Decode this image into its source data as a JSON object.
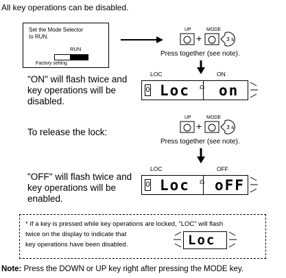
{
  "header": {
    "intro": "All key operations can be disabled."
  },
  "step1": {
    "instruction_line1": "Set the Mode Selector",
    "instruction_line2": "to RUN.",
    "switch_label": "RUN",
    "factory_label": "Factory setting"
  },
  "keys": {
    "up_label": "UP",
    "mode_label": "MODE",
    "time_label": "3 s",
    "press_together": "Press together (see note)."
  },
  "lock_step": {
    "desc_line1": "\"ON\" will flash twice and",
    "desc_line2": "key operations will be",
    "desc_line3": "disabled.",
    "left_caption": "LOC",
    "right_caption": "ON",
    "left_display": "Loc",
    "right_display": "on",
    "indicator": "0"
  },
  "release": {
    "heading": "To release the lock:"
  },
  "unlock_step": {
    "desc_line1": "\"OFF\" will flash twice and",
    "desc_line2": "key operations will be",
    "desc_line3": "enabled.",
    "left_caption": "LOC",
    "right_caption": "OFF",
    "left_display": "Loc",
    "right_display": "oFF",
    "indicator": "0"
  },
  "footnote": {
    "line1": "* If a key is pressed while key operations are locked, \"LOC\" will flash",
    "line2": "twice on the display to indicate that",
    "line3": "key operations have been disabled.",
    "display": "Loc"
  },
  "note": {
    "label": "Note:",
    "text": "Press the DOWN or UP key right after pressing the MODE key."
  }
}
